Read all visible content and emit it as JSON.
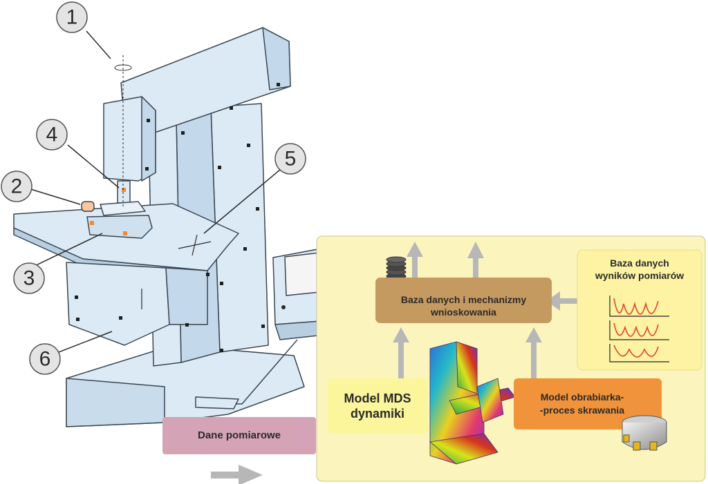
{
  "callouts": [
    "1",
    "2",
    "3",
    "4",
    "5",
    "6"
  ],
  "labels": {
    "dane_pomiarowe": "Dane pomiarowe",
    "baza_danych_line1": "Baza danych i mechanizmy",
    "baza_danych_line2": "wnioskowania",
    "wyniki_line1": "Baza danych",
    "wyniki_line2": "wyników pomiarów",
    "model_mds_line1": "Model MDS",
    "model_mds_line2": "dynamiki",
    "model_obr_line1": "Model obrabiarka-",
    "model_obr_line2": "-proces skrawania"
  },
  "colors": {
    "machine_fill": "#dbeaf5",
    "machine_stroke": "#3a4650",
    "panel_yellow": "#fbf5bd",
    "box_brown": "#c59a61",
    "box_orange": "#f0933a",
    "box_mds": "#fbf59b",
    "box_pink": "#d4a3b6",
    "arrow_gray": "#b7b7b7",
    "curve_red": "#e0432e"
  }
}
